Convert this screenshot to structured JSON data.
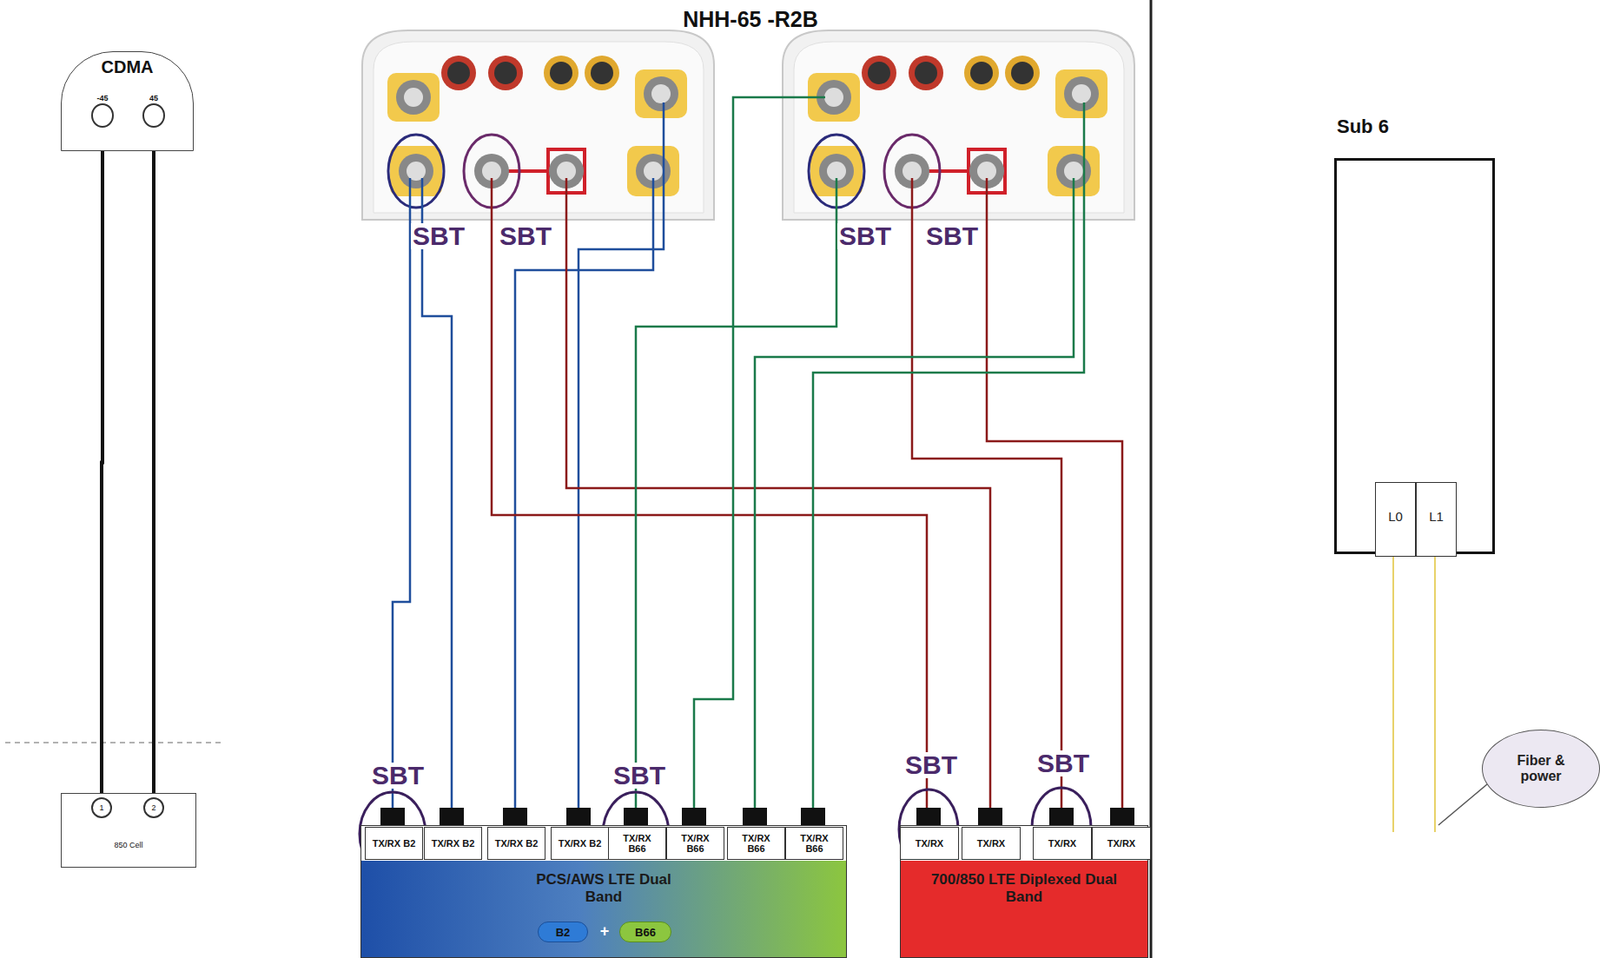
{
  "diagram": {
    "title": "NHH-65 -R2B",
    "nodes": [
      {
        "text": [
          "CDMA"
        ]
      },
      {
        "text": [
          "-45"
        ],
        "in": 0
      },
      {
        "text": [
          "45"
        ],
        "in": 0
      },
      {
        "text": [
          "850 Cell"
        ]
      },
      {
        "text": [
          "1"
        ],
        "in": 3
      },
      {
        "text": [
          "2"
        ],
        "in": 3
      },
      {
        "text": [
          "PCS/AWS LTE Dual Band"
        ]
      },
      {
        "text": [
          "B2"
        ],
        "in": 6
      },
      {
        "text": [
          "B66"
        ],
        "in": 6
      },
      {
        "text": [
          "TX/RX B2"
        ],
        "in": 6
      },
      {
        "text": [
          "TX/RX B2"
        ],
        "in": 6
      },
      {
        "text": [
          "TX/RX B2"
        ],
        "in": 6
      },
      {
        "text": [
          "TX/RX B2"
        ],
        "in": 6
      },
      {
        "text": [
          "TX/RX B66"
        ],
        "in": 6
      },
      {
        "text": [
          "TX/RX B66"
        ],
        "in": 6
      },
      {
        "text": [
          "TX/RX B66"
        ],
        "in": 6
      },
      {
        "text": [
          "TX/RX B66"
        ],
        "in": 6
      },
      {
        "text": [
          "700/850 LTE Diplexed Dual Band"
        ]
      },
      {
        "text": [
          "TX/RX"
        ],
        "in": 17
      },
      {
        "text": [
          "TX/RX"
        ],
        "in": 17
      },
      {
        "text": [
          "TX/RX"
        ],
        "in": 17
      },
      {
        "text": [
          "TX/RX"
        ],
        "in": 17
      },
      {
        "text": [
          "Sub 6"
        ]
      },
      {
        "text": [
          "L0"
        ],
        "in": 22
      },
      {
        "text": [
          "L1"
        ],
        "in": 22
      },
      {
        "text": [
          "Fiber & power"
        ]
      }
    ],
    "edges": [
      {
        "from": 1,
        "to": 4,
        "arrow": "none"
      },
      {
        "from": 2,
        "to": 5,
        "arrow": "none"
      }
    ],
    "labels": [
      "SBT",
      "SBT",
      "SBT",
      "SBT",
      "SBT",
      "SBT",
      "SBT",
      "SBT",
      "+"
    ]
  }
}
